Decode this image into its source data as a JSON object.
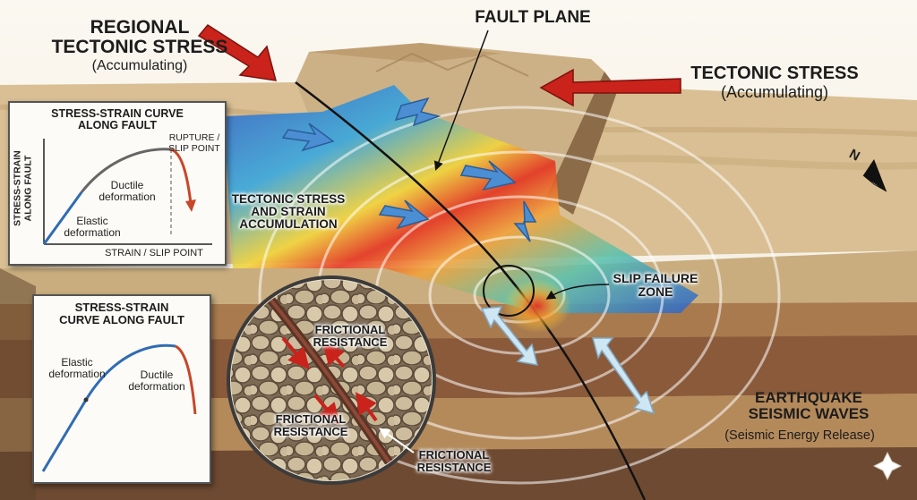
{
  "labels": {
    "regional_title_line1": "REGIONAL",
    "regional_title_line2": "TECTONIC STRESS",
    "regional_subtitle": "(Accumulating)",
    "fault_plane": "FAULT PLANE",
    "tectonic_title": "TECTONIC STRESS",
    "tectonic_subtitle": "(Accumulating)",
    "strain_accum_line1": "TECTONIC STRESS",
    "strain_accum_line2": "AND STRAIN",
    "strain_accum_line3": "ACCUMULATION",
    "slip_line1": "SLIP FAILURE",
    "slip_line2": "ZONE",
    "seismic_line1": "EARTHQUAKE",
    "seismic_line2": "SEISMIC WAVES",
    "seismic_subtitle": "(Seismic Energy Release)",
    "friction_1_line1": "FRICTIONAL",
    "friction_1_line2": "RESISTANCE",
    "friction_2_line1": "FRICTIONAL",
    "friction_2_line2": "RESISTANCE",
    "friction_3_line1": "FRICTIONAL",
    "friction_3_line2": "RESISTANCE",
    "compass_n": "N"
  },
  "inset_top": {
    "title_line1": "STRESS-STRAIN CURVE",
    "title_line2": "ALONG FAULT",
    "y_axis_line1": "STRESS-STRAIN",
    "y_axis_line2": "ALONG FAULT",
    "x_axis": "STRAIN / SLIP POINT",
    "rupture_line1": "RUPTURE /",
    "rupture_line2": "SLIP POINT",
    "ductile_line1": "Ductile",
    "ductile_line2": "deformation",
    "elastic_line1": "Elastic",
    "elastic_line2": "deformation"
  },
  "inset_bottom": {
    "title_line1": "STRESS-STRAIN",
    "title_line2": "CURVE ALONG FAULT",
    "elastic_line1": "Elastic",
    "elastic_line2": "deformation",
    "ductile_line1": "Ductile",
    "ductile_line2": "deformation"
  },
  "colors": {
    "stress_arrow": "#c9231c",
    "stress_low": "#2f6fd6",
    "stress_high": "#e5321f",
    "elastic_curve": "#2f6cb3",
    "ductile_curve": "#c9462a",
    "seismic_arrow": "#cfe6f3"
  }
}
